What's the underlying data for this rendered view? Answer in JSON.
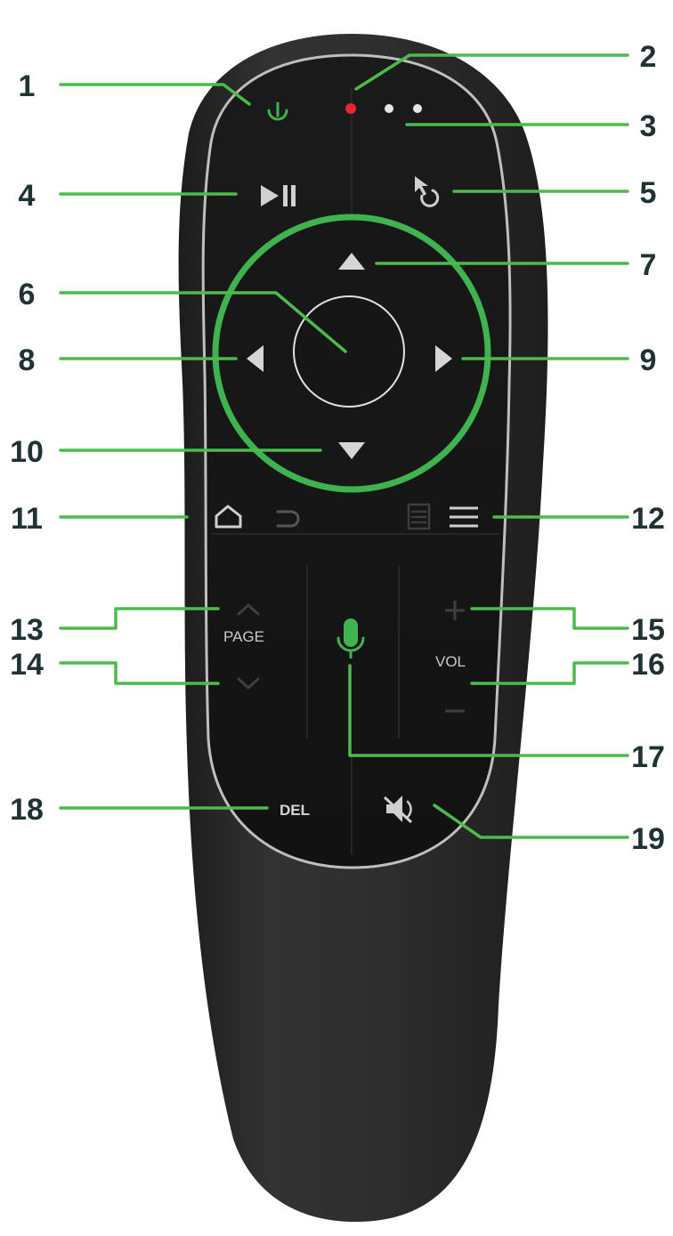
{
  "colors": {
    "leader": "#4cbb4c",
    "accent_green": "#3fb34f",
    "body": "#2b2b2b",
    "panel": "#181818",
    "rim": "#bfbfbf",
    "led": "#e8282b",
    "icon": "#c8c8c8",
    "number": "#1f3333"
  },
  "icons": {
    "power": "power-icon",
    "led": "led-indicator",
    "sensor": "sensor-dots",
    "play_pause": "play-pause-icon",
    "mouse": "mouse-pointer-icon",
    "ok": "ok-button",
    "up": "arrow-up-icon",
    "left": "arrow-left-icon",
    "right": "arrow-right-icon",
    "down": "arrow-down-icon",
    "home": "home-icon",
    "back": "back-icon",
    "settings": "settings-icon",
    "menu": "menu-icon",
    "page_up": "chevron-up-icon",
    "page_down": "chevron-down-icon",
    "vol_up": "plus-icon",
    "vol_down": "minus-icon",
    "mic": "microphone-icon",
    "mute": "mute-icon"
  },
  "buttons": {
    "page_label": "PAGE",
    "vol_label": "VOL",
    "del_label": "DEL"
  },
  "callouts": [
    "1",
    "2",
    "3",
    "4",
    "5",
    "6",
    "7",
    "8",
    "9",
    "10",
    "11",
    "12",
    "13",
    "14",
    "15",
    "16",
    "17",
    "18",
    "19"
  ]
}
